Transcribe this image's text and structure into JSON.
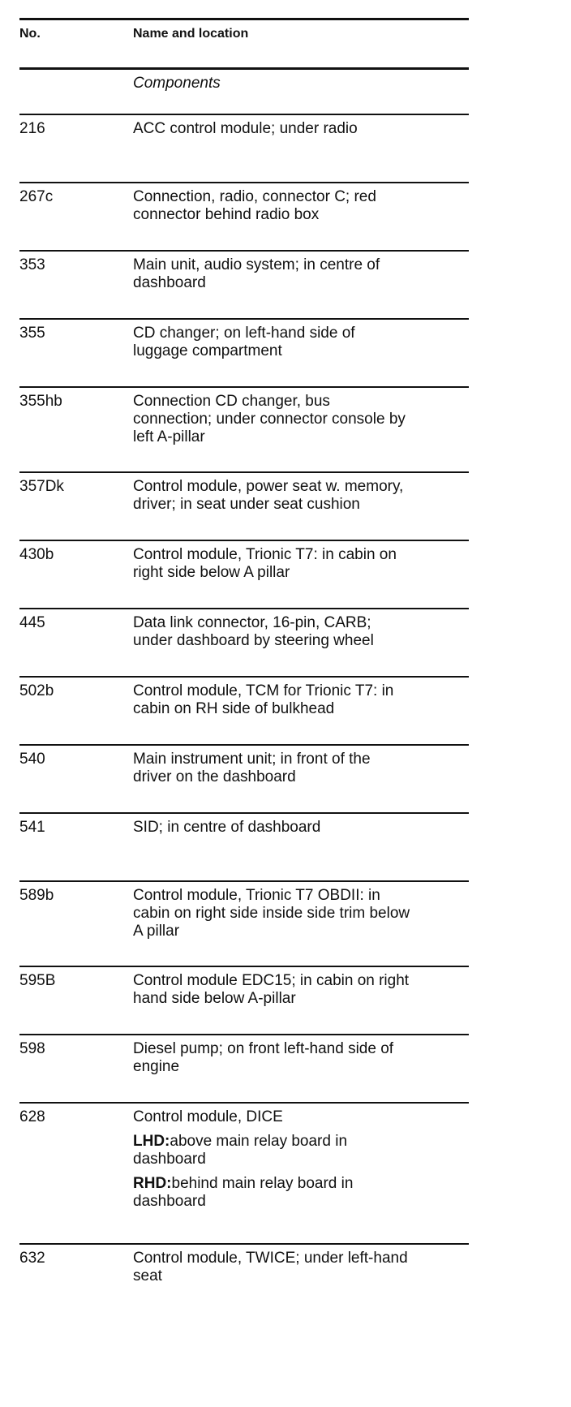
{
  "header": {
    "col_no": "No.",
    "col_name": "Name and location"
  },
  "section_label": "Components",
  "rows": [
    {
      "no": "216",
      "lines": [
        "ACC control module; under radio"
      ]
    },
    {
      "no": "267c",
      "lines": [
        "Connection, radio, connector C; red",
        "connector behind radio box"
      ]
    },
    {
      "no": "353",
      "lines": [
        "Main unit, audio system; in centre of",
        "dashboard"
      ]
    },
    {
      "no": "355",
      "lines": [
        "CD changer; on left-hand side of",
        "luggage compartment"
      ]
    },
    {
      "no": "355hb",
      "lines": [
        "Connection CD changer, bus",
        "connection; under connector console by",
        "left A-pillar"
      ]
    },
    {
      "no": "357Dk",
      "lines": [
        "Control module, power seat w. memory,",
        "driver; in seat under seat cushion"
      ]
    },
    {
      "no": "430b",
      "lines": [
        "Control module, Trionic T7: in cabin on",
        "right side below A pillar"
      ]
    },
    {
      "no": "445",
      "lines": [
        "Data link connector, 16-pin, CARB;",
        "under dashboard by steering wheel"
      ]
    },
    {
      "no": "502b",
      "lines": [
        "Control module, TCM for Trionic T7: in",
        "cabin on RH side of bulkhead"
      ]
    },
    {
      "no": "540",
      "lines": [
        "Main instrument unit; in front of the",
        "driver on the dashboard"
      ]
    },
    {
      "no": "541",
      "lines": [
        "SID; in centre of dashboard"
      ]
    },
    {
      "no": "589b",
      "lines": [
        "Control module, Trionic T7 OBDII: in",
        "cabin on right side inside side trim below",
        "A pillar"
      ]
    },
    {
      "no": "595B",
      "lines": [
        "Control module EDC15; in cabin on right",
        "hand side below A-pillar"
      ]
    },
    {
      "no": "598",
      "lines": [
        "Diesel pump; on front left-hand side of",
        "engine"
      ]
    },
    {
      "no": "628",
      "title": "Control module, DICE",
      "lhd_label": "LHD:",
      "lhd_lines": [
        "above main relay board in",
        "dashboard"
      ],
      "rhd_label": "RHD:",
      "rhd_lines": [
        "behind main relay board in",
        "dashboard"
      ]
    },
    {
      "no": "632",
      "lines": [
        "Control module, TWICE; under left-hand",
        "seat"
      ]
    }
  ]
}
